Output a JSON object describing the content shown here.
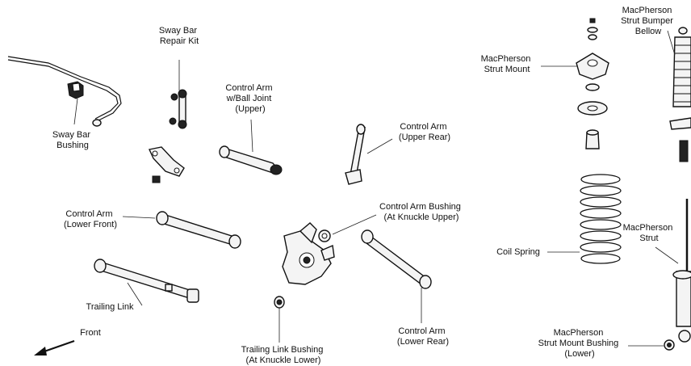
{
  "labels": {
    "sway_bar_repair_kit": [
      "Sway Bar",
      "Repair Kit"
    ],
    "sway_bar_bushing": [
      "Sway Bar",
      "Bushing"
    ],
    "control_arm_upper": [
      "Control Arm",
      "w/Ball Joint",
      "(Upper)"
    ],
    "control_arm_upper_rear": [
      "Control Arm",
      "(Upper Rear)"
    ],
    "control_arm_bushing_knuckle_upper": [
      "Control Arm Bushing",
      "(At Knuckle Upper)"
    ],
    "control_arm_lower_front": [
      "Control Arm",
      "(Lower Front)"
    ],
    "trailing_link": [
      "Trailing Link"
    ],
    "trailing_link_bushing": [
      "Trailing Link Bushing",
      "(At Knuckle Lower)"
    ],
    "control_arm_lower_rear": [
      "Control Arm",
      "(Lower Rear)"
    ],
    "front": [
      "Front"
    ],
    "macpherson_strut_mount": [
      "MacPherson",
      "Strut Mount"
    ],
    "macpherson_strut_bumper_bellow": [
      "MacPherson",
      "Strut Bumper",
      "Bellow"
    ],
    "coil_spring": [
      "Coil Spring"
    ],
    "macpherson_strut": [
      "MacPherson",
      "Strut"
    ],
    "macpherson_strut_mount_bushing_lower": [
      "MacPherson",
      "Strut Mount Bushing",
      "(Lower)"
    ]
  },
  "icons": [
    "sway-bar",
    "sway-bar-bushing",
    "sway-bar-link",
    "control-arm",
    "knuckle",
    "bushing",
    "trailing-link",
    "front-arrow",
    "strut-mount",
    "strut-bumper-bellow",
    "coil-spring",
    "strut"
  ]
}
